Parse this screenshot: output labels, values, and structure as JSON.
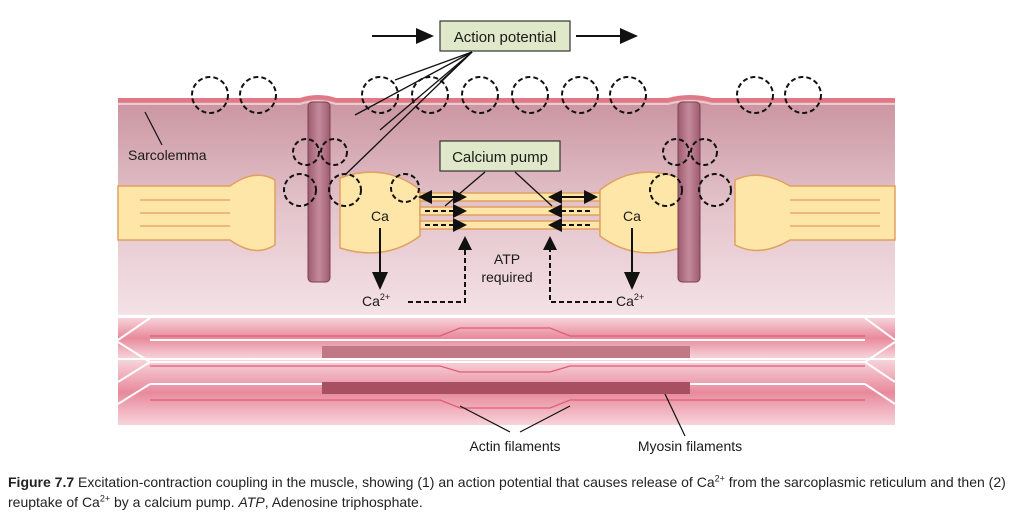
{
  "diagram": {
    "action_potential": "Action potential",
    "calcium_pump": "Calcium pump",
    "sarcolemma": "Sarcolemma",
    "ca_left": "Ca",
    "ca_right": "Ca",
    "ca2_left": "Ca",
    "ca2_right": "Ca",
    "ca2_sup": "2+",
    "atp_required_1": "ATP",
    "atp_required_2": "required",
    "actin": "Actin filaments",
    "myosin": "Myosin filaments",
    "colors": {
      "sarcolemma_pink": "#e8a0a8",
      "cytoplasm": "#d7a9b4",
      "reticulum": "#fde6a8",
      "t_tubule": "#b77a8c",
      "box_green": "#dfe8c8",
      "myofibril": "#f0b8c4",
      "myosin_bar": "#b0606e"
    }
  },
  "caption": {
    "figure_label": "Figure 7.7",
    "text_1": " Excitation-contraction coupling in the muscle, showing (1) an action potential that causes release of Ca",
    "sup_1": "2+",
    "text_2": " from the sarcoplasmic reticulum and then (2) reuptake of Ca",
    "sup_2": "2+",
    "text_3": " by a calcium pump. ",
    "atp_italic": "ATP",
    "text_4": ", Adenosine triphosphate."
  }
}
